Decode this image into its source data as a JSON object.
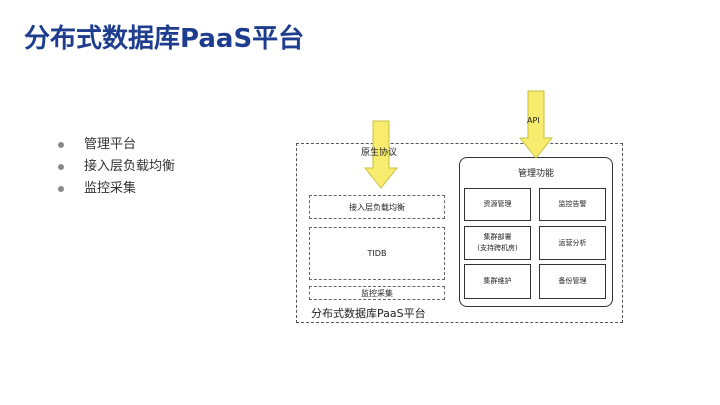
{
  "page": {
    "title": "分布式数据库PaaS平台"
  },
  "bullets": [
    "管理平台",
    "接入层负载均衡",
    "监控采集"
  ],
  "diagram": {
    "outer_label": "分布式数据库PaaS平台",
    "protocol_label": "原生协议",
    "api_label": "API",
    "left_boxes": {
      "lb": "接入层负载均衡",
      "tidb": "TIDB",
      "monitor": "监控采集"
    },
    "management": {
      "title": "管理功能",
      "cells": {
        "resource": "资源管理",
        "alert": "监控告警",
        "deploy_1": "集群部署",
        "deploy_2": "(支持跨机房)",
        "ops": "运营分析",
        "maintain": "集群维护",
        "backup": "备份管理"
      }
    },
    "arrow_color": "#f7ec6e"
  }
}
